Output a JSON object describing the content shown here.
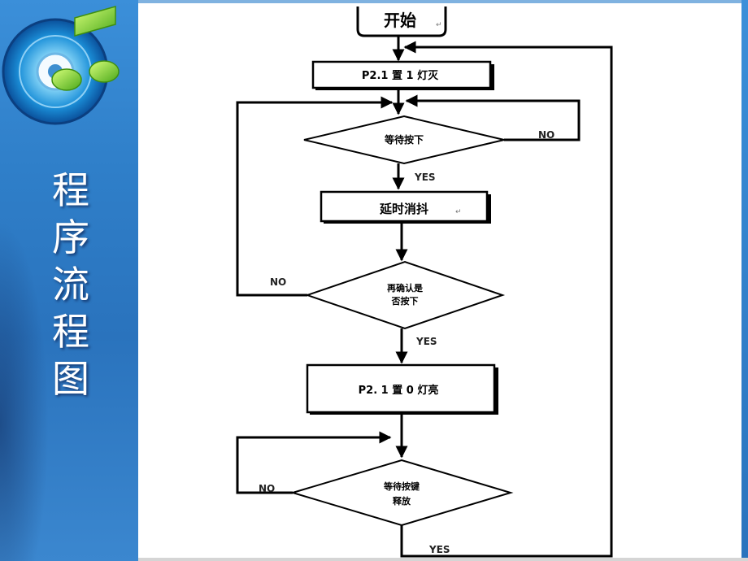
{
  "sidebar": {
    "title_chars": [
      "程",
      "序",
      "流",
      "程",
      "图"
    ],
    "logo_icon": "music-note-cd-icon",
    "colors": {
      "bg": "#2f7fc9",
      "title": "#ffffff"
    }
  },
  "flowchart": {
    "nodes": {
      "start": "开始",
      "led_off": "P2.1 置 1  灯灭",
      "wait_press": "等待按下",
      "debounce": "延时消抖",
      "confirm_line1": "再确认是",
      "confirm_line2": "否按下",
      "led_on": "P2. 1 置 0    灯亮",
      "wait_release_line1": "等待按键",
      "wait_release_line2": "释放"
    },
    "edges": {
      "wait_press_no": "NO",
      "wait_press_yes": "YES",
      "confirm_no": "NO",
      "confirm_yes": "YES",
      "release_no": "NO",
      "release_yes": "YES"
    },
    "paragraph_mark": "↵"
  }
}
